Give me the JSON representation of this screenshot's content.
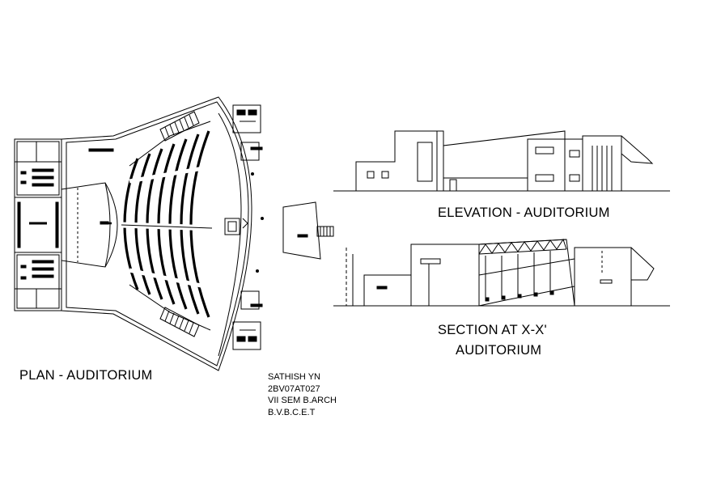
{
  "drawing": {
    "plan_title": "PLAN - AUDITORIUM",
    "elevation_title": "ELEVATION - AUDITORIUM",
    "section_title_line1": "SECTION AT X-X'",
    "section_title_line2": "AUDITORIUM",
    "author": {
      "name": "SATHISH YN",
      "roll_number": "2BV07AT027",
      "semester": "VII SEM B.ARCH",
      "institute": "B.V.B.C.E.T"
    }
  },
  "colors": {
    "line": "#000000",
    "background": "#ffffff"
  }
}
